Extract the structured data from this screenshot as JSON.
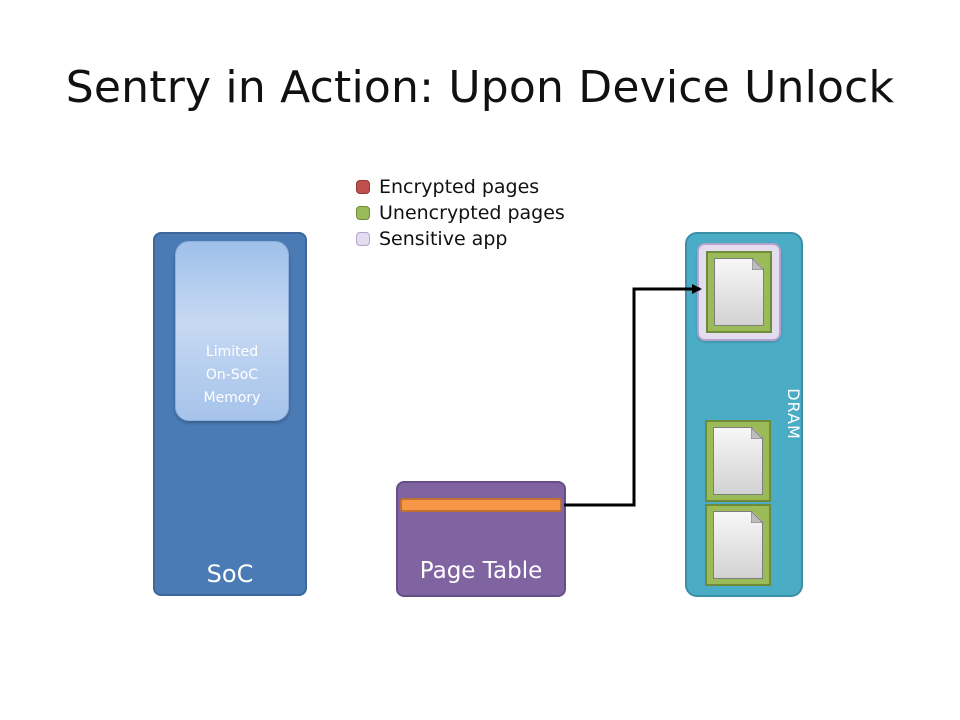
{
  "title": "Sentry in Action: Upon Device Unlock",
  "legend": [
    {
      "label": "Encrypted pages",
      "color": "#c0504d",
      "border": "#8c3836"
    },
    {
      "label": "Unencrypted pages",
      "color": "#9bbb59",
      "border": "#71893f"
    },
    {
      "label": "Sensitive app",
      "color": "#e4dcef",
      "border": "#b5a3cf"
    }
  ],
  "soc": {
    "label": "SoC",
    "memory_label": "Limited\nOn-SoC\nMemory"
  },
  "page_table": {
    "label": "Page Table"
  },
  "dram": {
    "label": "DRAM"
  }
}
